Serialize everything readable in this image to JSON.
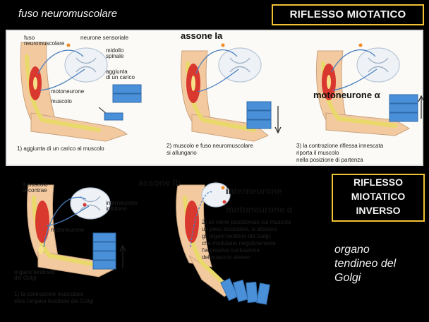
{
  "header": {
    "subtitle": "fuso neuromuscolare",
    "title": "RIFLESSO MIOTATICO"
  },
  "top_panel": {
    "labels": {
      "fuso": "fuso\nneuromuscolare",
      "neurone_sensoriale": "neurone sensoriale",
      "midollo": "midollo\nspinale",
      "aggiunta": "aggiunta\ndi un carico",
      "motoneurone": "motoneurone",
      "muscolo": "muscolo",
      "assone_ia": "assone Ia",
      "motoneurone_alpha": "motoneurone α"
    },
    "captions": [
      "1) aggiunta di un carico al muscolo",
      "2) muscolo e fuso neuromuscolare\nsi allungano",
      "3) la contrazione riflessa innescata\nriporta il muscolo\nnella posizione di partenza"
    ]
  },
  "bottom_panel": {
    "labels": {
      "muscolo_contrae": "il muscolo\nsi contrae",
      "interneurone_inibitorio": "interneurone\ninibitorio",
      "motoneurone": "motoneurone",
      "organo": "organo tendineo\ndei Golgi",
      "assone_ib": "assone Ib",
      "interneurone": "interneurone",
      "motoneurone_alpha": "motoneurone α"
    },
    "captions": [
      "1) la contrazione muscolare\nstira l'organo tendineo dei Golgi",
      "2) se viene posizionato sul muscolo\nun peso eccessivo, si attivano\ngli organi tendinei del Golgi,\nche modulano negativamente\nl'eccessiva contrazione\ndel muscolo stesso"
    ]
  },
  "inverse_box": {
    "title": "RIFLESSO\nMIOTATICO\nINVERSO",
    "caption": "organo\ntendineo del\nGolgi"
  },
  "colors": {
    "accent_border": "#f1c232",
    "weight_blue": "#4a90d9",
    "muscle_red": "#d9382f",
    "skin": "#f3c9a0",
    "bone": "#e8d96a"
  }
}
